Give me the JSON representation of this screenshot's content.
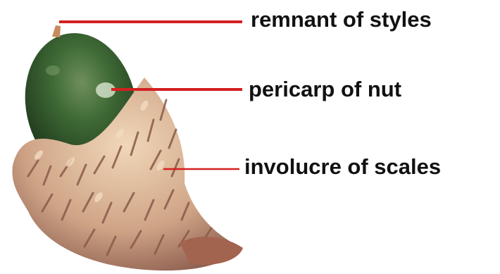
{
  "labels": {
    "remnant_of_styles": "remnant of styles",
    "pericarp_of_nut": "pericarp of nut",
    "involucre_of_scales": "involucre of scales"
  },
  "colors": {
    "leader_line": "#d32020",
    "nut_dark": "#1f3a1c",
    "nut_mid": "#3f6a36",
    "scale_light": "#e8c9a6",
    "scale_dark": "#7a4a3f",
    "label_text": "#111111"
  }
}
